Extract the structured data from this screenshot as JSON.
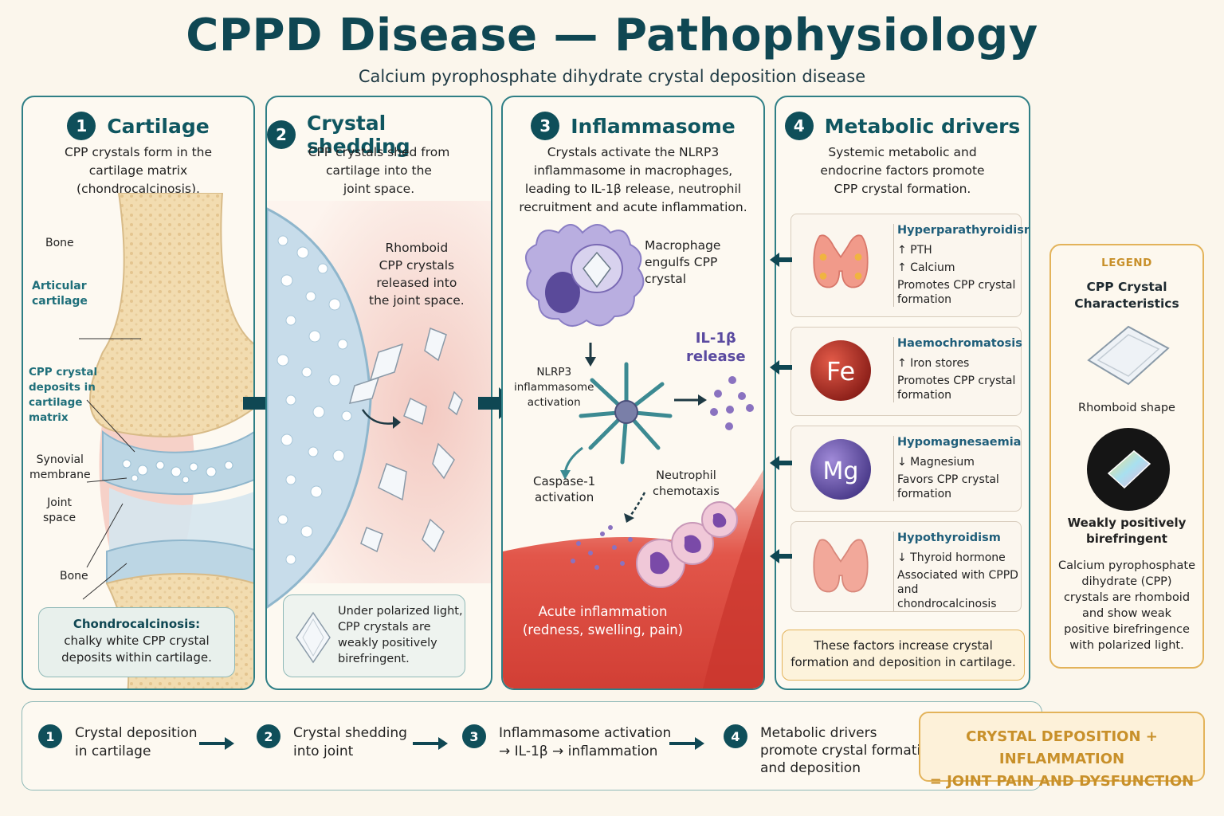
{
  "header": {
    "title": "CPPD Disease — Pathophysiology",
    "subtitle": "Calcium pyrophosphate dihydrate crystal deposition disease"
  },
  "panels": [
    {
      "number": "1",
      "title": "Cartilage",
      "description": "CPP crystals form in the\ncartilage matrix\n(chondrocalcinosis).",
      "labels": {
        "bone_top": "Bone",
        "articular": "Articular\ncartilage",
        "deposits": "CPP crystal\ndeposits in\ncartilage\nmatrix",
        "synovial": "Synovial\nmembrane",
        "joint_space": "Joint\nspace",
        "bone_bottom": "Bone"
      },
      "note_title": "Chondrocalcinosis:",
      "note_text": "chalky white CPP crystal\ndeposits within cartilage."
    },
    {
      "number": "2",
      "title": "Crystal shedding",
      "description": "CPP crystals shed from\ncartilage into the\njoint space.",
      "labels": {
        "rhomboid": "Rhomboid\nCPP crystals\nreleased into\nthe joint space."
      },
      "note_text": "Under polarized light,\nCPP crystals are\nweakly positively\nbirefringent."
    },
    {
      "number": "3",
      "title": "Inflammasome",
      "description": "Crystals activate the NLRP3\ninflammasome in macrophages,\nleading to IL-1β release, neutrophil\nrecruitment and acute inflammation.",
      "labels": {
        "macrophage": "Macrophage\nengulfs CPP\ncrystal",
        "il1b": "IL-1β\nrelease",
        "nlrp3": "NLRP3\ninflammasome\nactivation",
        "caspase": "Caspase-1\nactivation",
        "neutrophil": "Neutrophil\nchemotaxis",
        "acute": "Acute inflammation\n(redness, swelling, pain)"
      }
    },
    {
      "number": "4",
      "title": "Metabolic drivers",
      "description": "Systemic metabolic and\nendocrine factors promote\nCPP crystal formation.",
      "factors": [
        {
          "name": "Hyperparathyroidism",
          "lines": [
            "↑  PTH",
            "↑  Calcium"
          ],
          "desc": "Promotes CPP crystal\nformation",
          "icon": "thyroid-icon"
        },
        {
          "name": "Haemochromatosis",
          "lines": [
            "↑  Iron stores"
          ],
          "desc": "Promotes CPP crystal\nformation",
          "icon": "iron-icon",
          "symbol": "Fe"
        },
        {
          "name": "Hypomagnesaemia",
          "lines": [
            "↓  Magnesium"
          ],
          "desc": "Favors CPP crystal\nformation",
          "icon": "magnesium-icon",
          "symbol": "Mg"
        },
        {
          "name": "Hypothyroidism",
          "lines": [
            "↓  Thyroid hormone"
          ],
          "desc": "Associated with CPPD\nand chondrocalcinosis",
          "icon": "thyroid-icon"
        }
      ],
      "note_text": "These factors increase crystal\nformation and deposition in cartilage."
    }
  ],
  "legend": {
    "title": "LEGEND",
    "subtitle": "CPP Crystal\nCharacteristics",
    "shape_caption": "Rhomboid shape",
    "birefringence_caption": "Weakly positively\nbirefringent",
    "description": "Calcium pyrophosphate\ndihydrate (CPP)\ncrystals are rhomboid\nand show weak\npositive birefringence\nwith polarized light."
  },
  "summary": {
    "steps": [
      {
        "number": "1",
        "text": "Crystal deposition\nin cartilage"
      },
      {
        "number": "2",
        "text": "Crystal shedding\ninto joint"
      },
      {
        "number": "3",
        "text": "Inflammasome activation\n→ IL-1β  →  inflammation"
      },
      {
        "number": "4",
        "text": "Metabolic drivers\npromote crystal formation\nand deposition"
      }
    ],
    "conclusion": "CRYSTAL DEPOSITION + INFLAMMATION\n= JOINT PAIN AND DYSFUNCTION"
  },
  "colors": {
    "primary": "#0f4753",
    "teal_border": "#2f7f86",
    "gold": "#c8902a",
    "inflammation_red": "#d9534a"
  }
}
